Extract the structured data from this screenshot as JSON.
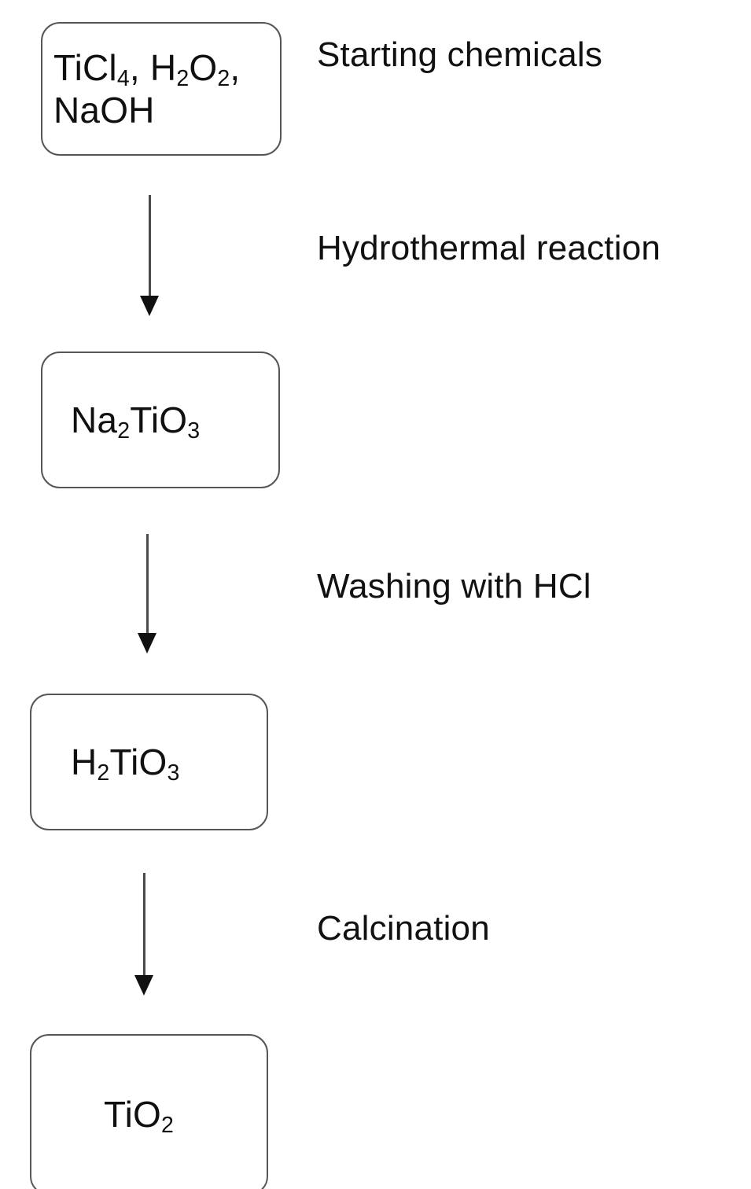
{
  "diagram": {
    "title": "TiO2 synthesis flowchart",
    "orientation": "vertical",
    "colors": {
      "background": "#ffffff",
      "box_border": "#565656",
      "box_fill": "#ffffff",
      "text": "#111111",
      "arrow": "#4a4a4a",
      "arrowhead": "#111111"
    },
    "nodes": [
      {
        "id": "node-1",
        "name": "starting-chemicals-box",
        "text": "TiCl4, H2O2, NaOH",
        "formula_parts": [
          {
            "base": "TiCl",
            "sub": "4",
            "tail": ", "
          },
          {
            "base": "H",
            "sub": "2",
            "tail": ""
          },
          {
            "base": "O",
            "sub": "2",
            "tail": ","
          },
          {
            "base": "NaOH",
            "sub": "",
            "tail": ""
          }
        ]
      },
      {
        "id": "node-2",
        "name": "sodium-titanate-box",
        "text": "Na2TiO3",
        "formula_parts": [
          {
            "base": "Na",
            "sub": "2",
            "tail": ""
          },
          {
            "base": "TiO",
            "sub": "3",
            "tail": ""
          }
        ]
      },
      {
        "id": "node-3",
        "name": "titanic-acid-box",
        "text": "H2TiO3",
        "formula_parts": [
          {
            "base": "H",
            "sub": "2",
            "tail": ""
          },
          {
            "base": "TiO",
            "sub": "3",
            "tail": ""
          }
        ]
      },
      {
        "id": "node-4",
        "name": "titanium-dioxide-box",
        "text": "TiO2",
        "formula_parts": [
          {
            "base": "TiO",
            "sub": "2",
            "tail": ""
          }
        ]
      }
    ],
    "step_labels": [
      {
        "id": "label-1",
        "name": "starting-chemicals-label",
        "text": "Starting chemicals"
      },
      {
        "id": "label-2",
        "name": "hydrothermal-reaction-label",
        "text": "Hydrothermal reaction"
      },
      {
        "id": "label-3",
        "name": "washing-with-hcl-label",
        "text": "Washing with HCl"
      },
      {
        "id": "label-4",
        "name": "calcination-label",
        "text": "Calcination"
      }
    ],
    "arrows": [
      {
        "id": "arrow-1",
        "name": "arrow-node1-to-node2",
        "direction": "down"
      },
      {
        "id": "arrow-2",
        "name": "arrow-node2-to-node3",
        "direction": "down"
      },
      {
        "id": "arrow-3",
        "name": "arrow-node3-to-node4",
        "direction": "down"
      }
    ]
  }
}
